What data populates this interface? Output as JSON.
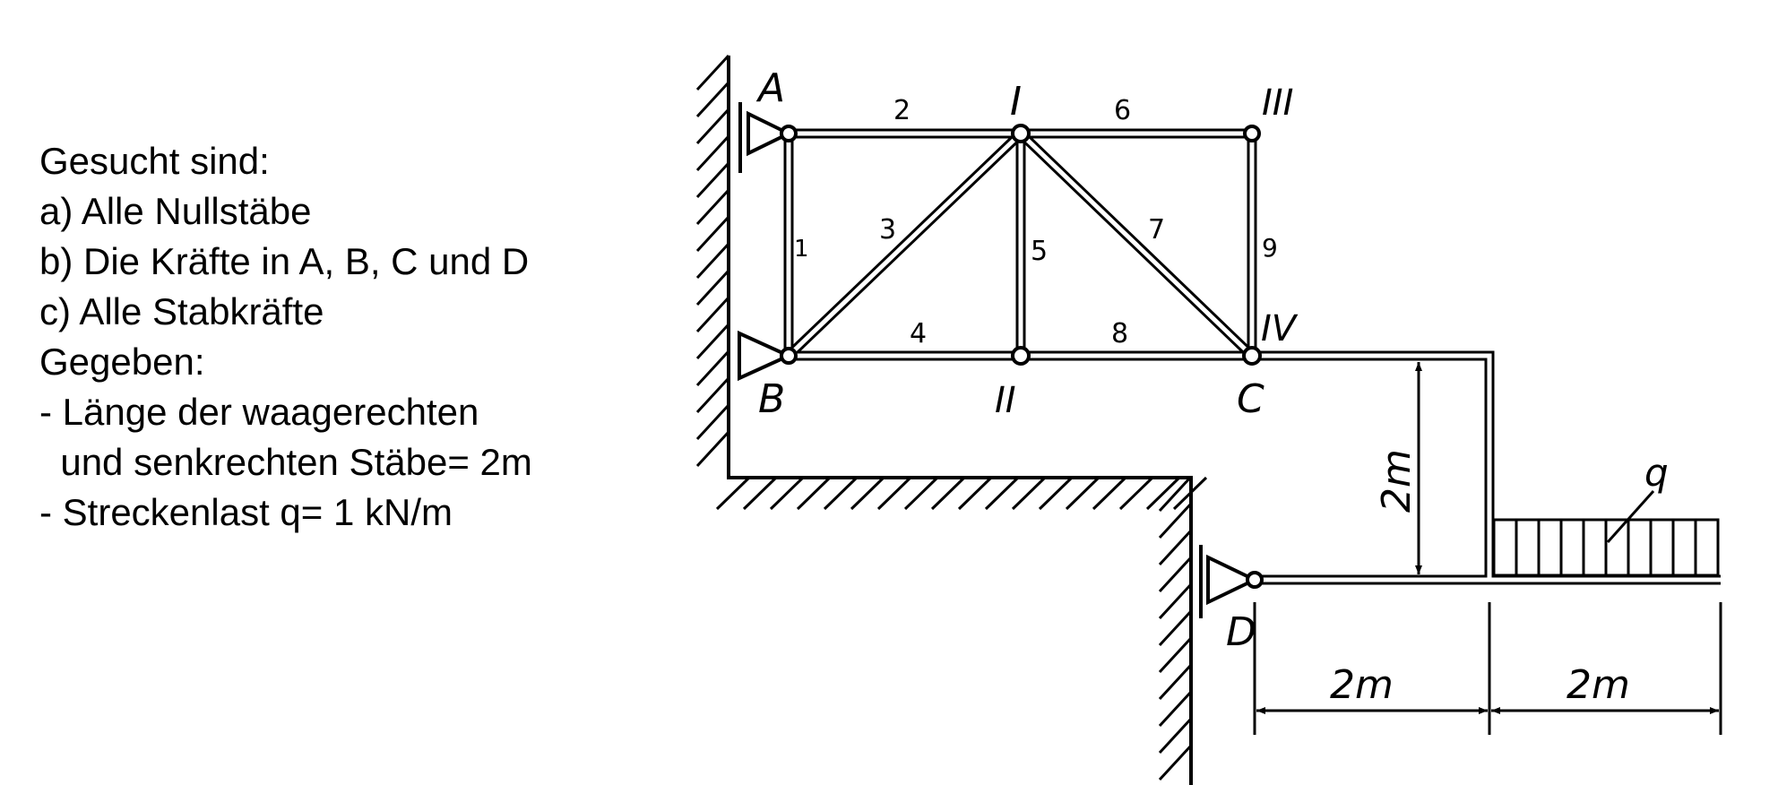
{
  "task": {
    "heading_sought": "Gesucht sind:",
    "sought": [
      "a) Alle Nullstäbe",
      "b) Die Kräfte in A, B, C und D",
      "c) Alle Stabkräfte"
    ],
    "heading_given": "Gegeben:",
    "given": [
      "- Länge der waagerechten",
      "  und senkrechten Stäbe= 2m",
      "- Streckenlast q= 1 kN/m"
    ]
  },
  "diagram": {
    "support_labels": {
      "A": "A",
      "B": "B",
      "C": "C",
      "D": "D"
    },
    "node_labels": {
      "I": "I",
      "II": "II",
      "III": "III",
      "IV": "IV"
    },
    "member_numbers": [
      "1",
      "2",
      "3",
      "4",
      "5",
      "6",
      "7",
      "8",
      "9"
    ],
    "load_label": "q",
    "dimensions": {
      "height": "2m",
      "span_left": "2m",
      "span_right": "2m"
    }
  }
}
